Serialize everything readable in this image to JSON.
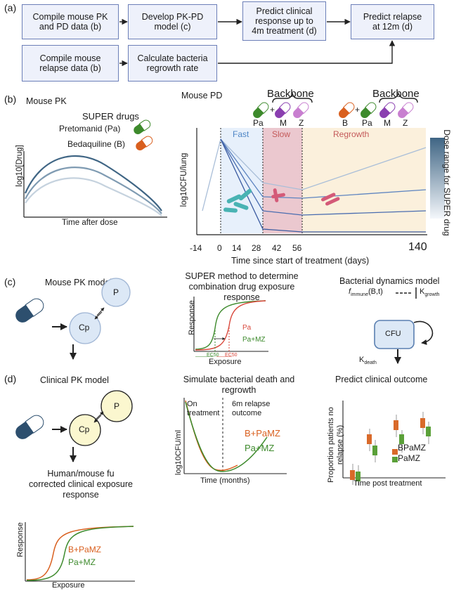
{
  "panel_a": {
    "label": "(a)",
    "boxes": [
      "Compile mouse PK\nand PD data (b)",
      "Develop PK-PD\nmodel (c)",
      "Predict clinical\nresponse up to\n4m treatment (d)",
      "Predict relapse\nat 12m (d)",
      "Compile mouse\nrelapse data (b)",
      "Calculate bacteria\nregrowth rate"
    ]
  },
  "panel_b": {
    "label": "(b)",
    "pk_title": "Mouse PK",
    "super_drugs_title": "SUPER drugs",
    "drug1": "Pretomanid (Pa)",
    "drug2": "Bedaquiline (B)",
    "pk_ylabel": "log10[Drug]",
    "pk_xlabel": "Time after dose",
    "pd_title": "Mouse PD",
    "backbone1": "Backbone",
    "backbone2": "Backbone",
    "pill_labels_1": [
      "Pa",
      "M",
      "Z"
    ],
    "pill_labels_2": [
      "B",
      "Pa",
      "M",
      "Z"
    ],
    "plus": "+",
    "phase_fast": "Fast",
    "phase_slow": "Slow",
    "phase_regrowth": "Regrowth",
    "pd_ylabel": "log10CFU/lung",
    "pd_xlabel": "Time since start of treatment (days)",
    "pd_xticks": [
      "-14",
      "0",
      "14",
      "28",
      "42",
      "56",
      "140"
    ],
    "dose_range_label": "Dose range for SUPER drug"
  },
  "panel_c": {
    "label": "(c)",
    "pk_model_title": "Mouse PK model",
    "cp": "Cp",
    "p": "P",
    "super_title": "SUPER method to determine\ncombination drug exposure response",
    "super_ylabel": "Response",
    "super_xlabel": "Exposure",
    "legend_pa": "Pa",
    "legend_pamz": "Pa+MZ",
    "ec50a": "EC50",
    "ec50b": "EC50",
    "bact_title": "Bacterial dynamics model",
    "f_immune": "f",
    "f_immune_sub": "immune",
    "f_immune_arg": "(B,t)",
    "k_growth": "K",
    "k_growth_sub": "growth",
    "cfu": "CFU",
    "k_death": "K",
    "k_death_sub": "death"
  },
  "panel_d": {
    "label": "(d)",
    "clin_title": "Clinical PK model",
    "cp": "Cp",
    "p": "P",
    "fu_text": "Human/mouse fu\ncorrected clinical exposure\nresponse",
    "sim_title": "Simulate bacterial death and\nregrowth",
    "on_treatment": "On\ntreatment",
    "relapse_outcome": "6m relapse\noutcome",
    "sim_ylabel": "log10CFU/ml",
    "sim_xlabel": "Time (months)",
    "sim_legend1": "B+PaMZ",
    "sim_legend2": "Pa+MZ",
    "predict_title": "Predict clinical outcome",
    "box_ylabel": "Proportion patients no\nrelapse (%)",
    "box_xlabel": "Time post treatment",
    "box_legend1": "BPaMZ",
    "box_legend2": "PaMZ",
    "er_ylabel": "Response",
    "er_xlabel": "Exposure",
    "er_legend1": "B+PaMZ",
    "er_legend2": "Pa+MZ"
  },
  "colors": {
    "box_fill": "#eef1fb",
    "box_border": "#6c7fb8",
    "pk_dark": "#3f6584",
    "pk_light": "#c5d2de",
    "pretomanid_green": "#3d8a2c",
    "bedaquiline_orange": "#d95f1e",
    "m_purple": "#8a3fb0",
    "z_pink": "#c87fd0",
    "fast_blue": "#e7f0fb",
    "slow_red": "#ebc8cf",
    "regrowth_tan": "#fbf0dc",
    "cell_bg": "#dce8f6",
    "clinical_yellow": "#fbf7cf",
    "capsule_navy": "#2d4f6e"
  }
}
